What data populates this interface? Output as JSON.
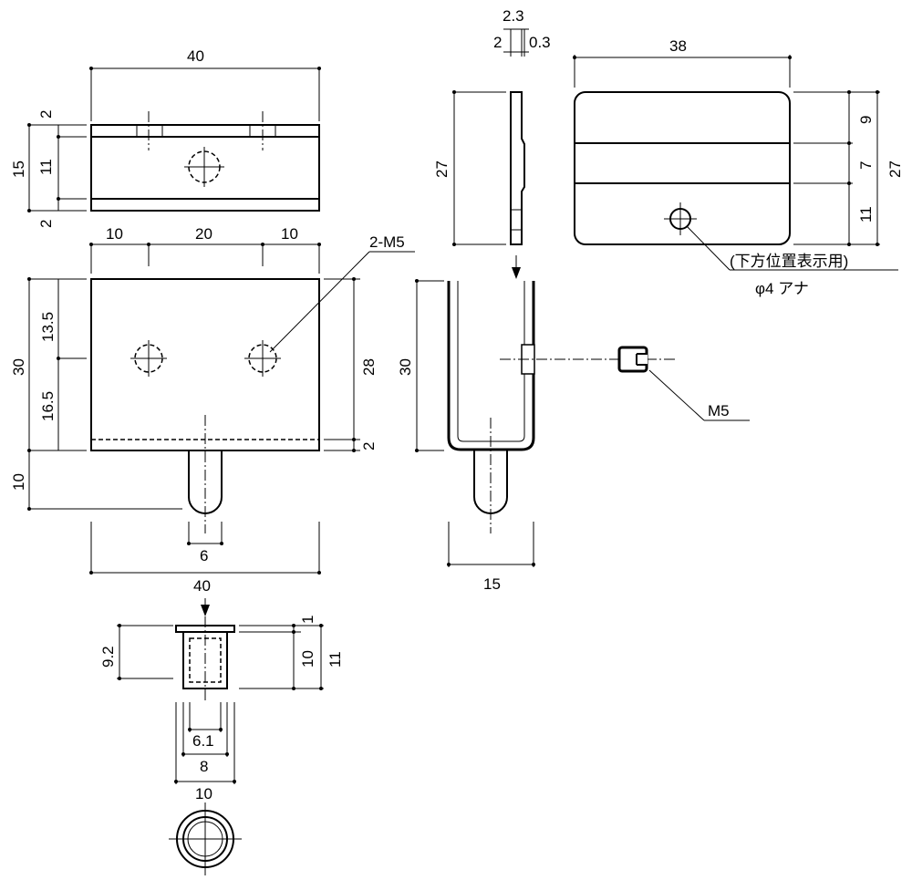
{
  "top_view": {
    "width": "40",
    "height": "15",
    "inner": "11",
    "edge_top": "2",
    "edge_bottom": "2"
  },
  "front_view": {
    "seg_left": "10",
    "seg_mid": "20",
    "seg_right": "10",
    "height": "30",
    "upper": "13.5",
    "lower": "16.5",
    "inner_height": "28",
    "base_gap": "2",
    "pin_length": "10",
    "pin_width": "6",
    "overall_width": "40",
    "hole_callout": "2-M5"
  },
  "plate_side_view": {
    "total_thickness": "2.3",
    "thickness": "2",
    "step": "0.3",
    "height": "27"
  },
  "plate_front_view": {
    "width": "38",
    "seg1": "9",
    "seg2": "7",
    "seg3": "11",
    "height": "27",
    "note": "(下方位置表示用)",
    "hole_note": "φ4 アナ"
  },
  "u_view": {
    "height": "30",
    "width": "15",
    "screw_label": "M5"
  },
  "cap_view": {
    "flange": "1",
    "depth": "9.2",
    "body": "10",
    "total": "11",
    "inner_dia": "6.1",
    "body_dia": "8",
    "flange_dia": "10"
  }
}
